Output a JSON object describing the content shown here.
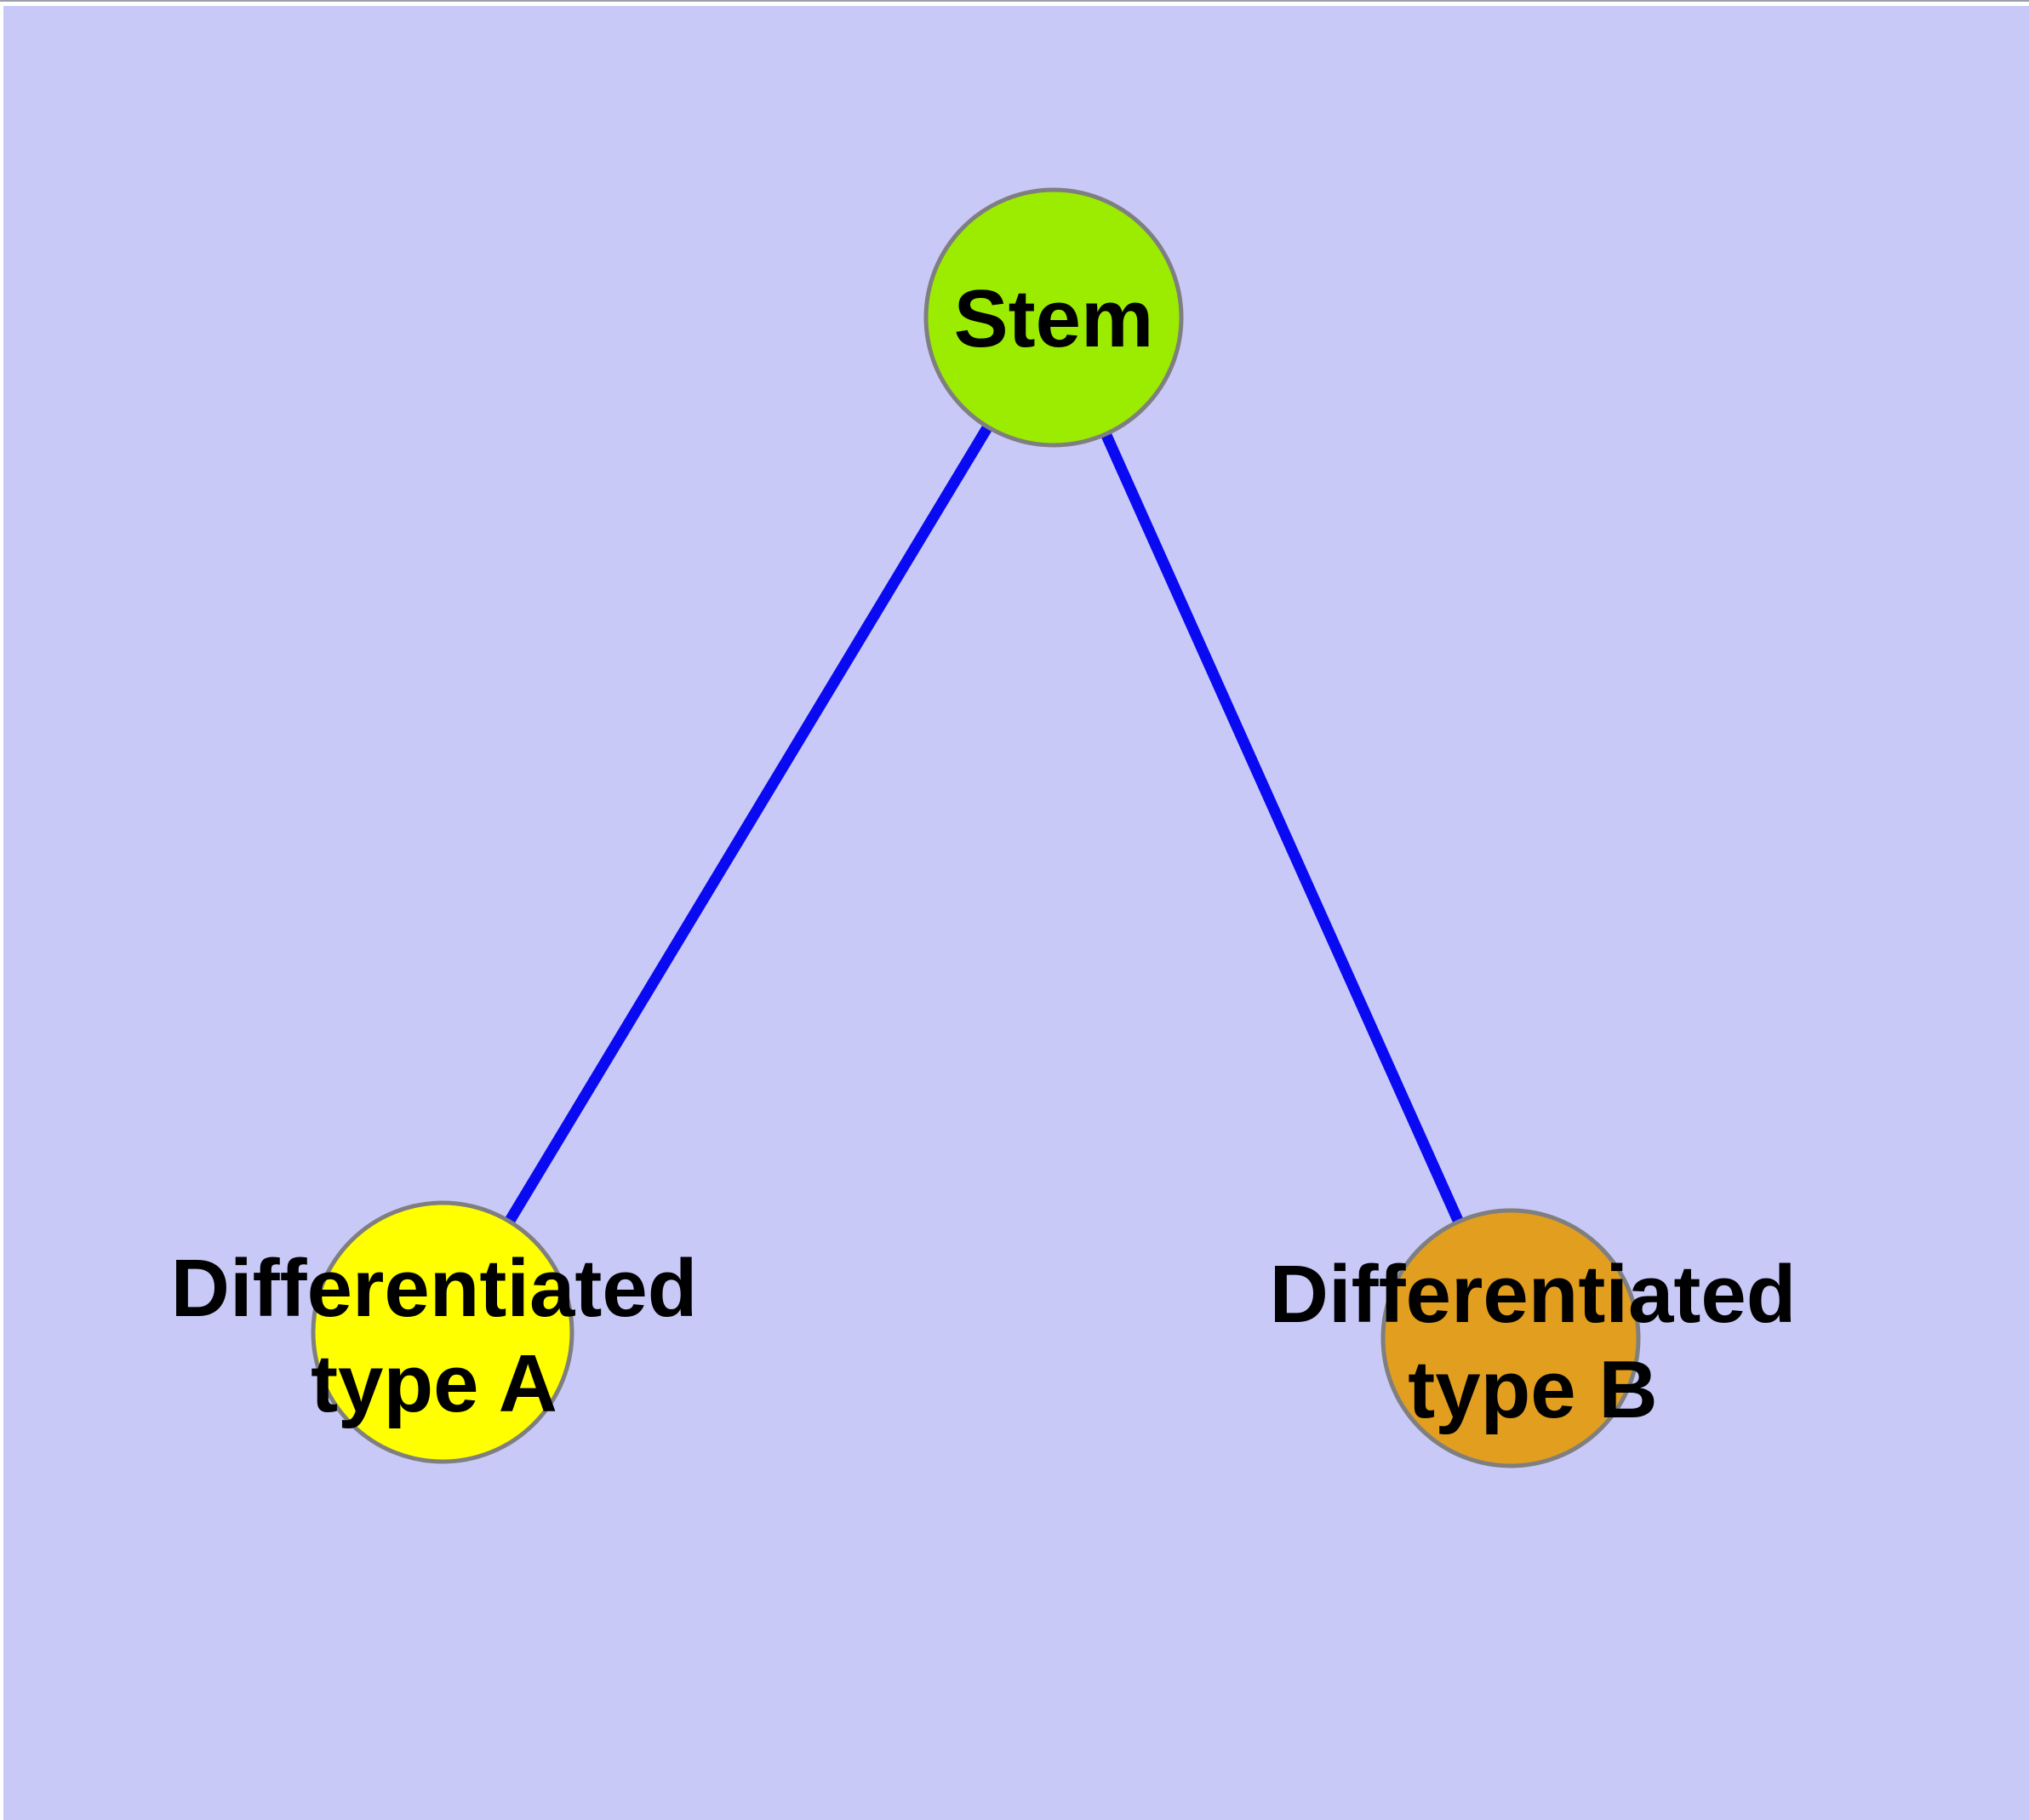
{
  "diagram": {
    "background_color": "#c9c9f8",
    "frame": {
      "hairline_color": "#9aa0a8",
      "margin_color": "#ffffff"
    },
    "edge_color": "#0a0af2",
    "node_border_color": "#7f7f7f",
    "text_color": "#000000",
    "nodes": [
      {
        "id": "stem",
        "label": "Stem",
        "line1": "Stem",
        "line2": "",
        "fill": "#9bec00"
      },
      {
        "id": "differentiated-type-a",
        "label": "Differentiated type A",
        "line1": "Differentiated",
        "line2": "type A",
        "fill": "#ffff00"
      },
      {
        "id": "differentiated-type-b",
        "label": "Differentiated type B",
        "line1": "Differentiated",
        "line2": "type B",
        "fill": "#e29e1f"
      }
    ],
    "edges": [
      {
        "from": "stem",
        "to": "differentiated-type-a"
      },
      {
        "from": "stem",
        "to": "differentiated-type-b"
      }
    ]
  }
}
